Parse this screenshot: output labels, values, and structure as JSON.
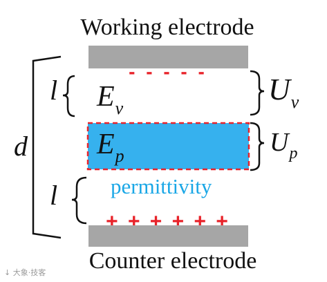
{
  "labels": {
    "working_electrode": "Working electrode",
    "counter_electrode": "Counter electrode",
    "permittivity": "permittivity",
    "d": "d",
    "l_top": "l",
    "l_bottom": "l",
    "E": "E",
    "E_v_sub": "v",
    "E_p_sub": "p",
    "U": "U",
    "U_v_sub": "v",
    "U_p_sub": "p",
    "negative_charges": "- - - - -",
    "positive_charges": "+ + + + + +"
  },
  "watermark": "↓ 大象·技客",
  "colors": {
    "electrode": "#a6a6a6",
    "layer_fill": "#36b1ee",
    "layer_border": "#e8232a",
    "charge": "#e8232a",
    "permittivity_text": "#1aa7e6",
    "bracket": "#111111"
  }
}
